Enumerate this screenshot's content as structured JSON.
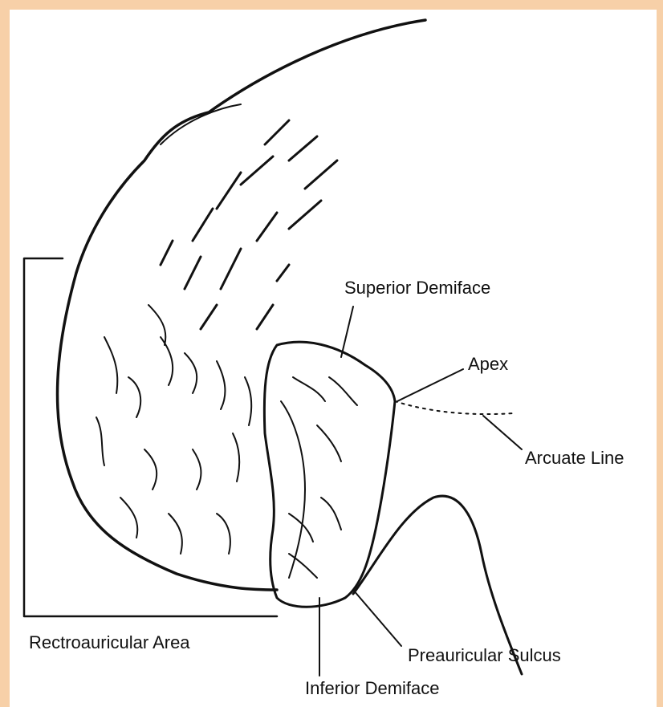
{
  "labels": {
    "superior_demiface": "Superior Demiface",
    "apex": "Apex",
    "arcuate_line": "Arcuate Line",
    "retroauricular_area": "Rectroauricular Area",
    "preauricular_sulcus": "Preauricular Sulcus",
    "inferior_demiface": "Inferior Demiface"
  },
  "colors": {
    "frame": "#f7d0a8",
    "background": "#ffffff",
    "ink": "#111111"
  }
}
